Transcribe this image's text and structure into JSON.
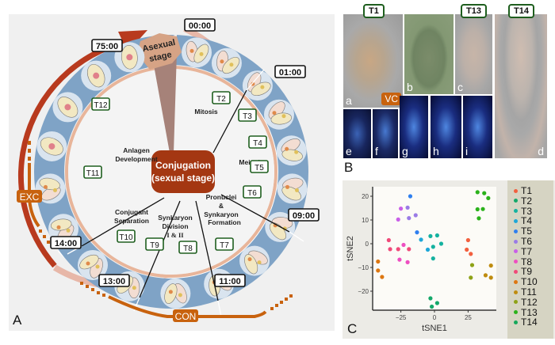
{
  "panels": {
    "A": {
      "letter": "A",
      "center_label_line1": "Conjugation",
      "center_label_line2": "(sexual stage)",
      "asexual_label_line1": "Asexual",
      "asexual_label_line2": "stage",
      "times": [
        "00:00",
        "01:00",
        "09:00",
        "11:00",
        "13:00",
        "14:00",
        "75:00"
      ],
      "time_points": [
        "T2",
        "T3",
        "T4",
        "T5",
        "T6",
        "T7",
        "T8",
        "T9",
        "T10",
        "T11",
        "T12"
      ],
      "phases": {
        "mitosis": "Mitosis",
        "meiosis": "Meiosis",
        "pronuclei_1": "Pronuclei",
        "pronuclei_2": "&",
        "pronuclei_3": "Synkaryon",
        "pronuclei_4": "Formation",
        "synkaryon_1": "Synkaryon",
        "synkaryon_2": "Division",
        "synkaryon_3": "I & II",
        "separation_1": "Conjugant",
        "separation_2": "Separation",
        "anlagen_1": "Anlagen",
        "anlagen_2": "Development"
      },
      "arc_labels": {
        "exc": "EXC",
        "con": "CON"
      },
      "colors": {
        "background": "#f0f0f0",
        "ring_blue": "#7fa3c6",
        "cell_circle": "#d9e4ef",
        "outer_arrow": "#b83a1e",
        "pink_ring": "#e7b7a8",
        "inner_ring": "#e8b59a",
        "center_box": "#a43712",
        "orange_arcs": "#c8620e",
        "asexual": "#d6a385",
        "tbox_border": "#1e5e1e"
      }
    },
    "B": {
      "letter": "B",
      "tags": [
        "T1",
        "T13",
        "T14"
      ],
      "vc_label": "VC",
      "sub_labels": [
        "a",
        "b",
        "c",
        "d",
        "e",
        "f",
        "g",
        "h",
        "i"
      ]
    },
    "C": {
      "letter": "C"
    }
  },
  "chart_data": {
    "type": "scatter",
    "title": "",
    "xlabel": "tSNE1",
    "ylabel": "tSNE2",
    "xlim": [
      -46,
      46
    ],
    "ylim": [
      -28,
      24
    ],
    "xticks": [
      -25,
      0,
      25
    ],
    "yticks": [
      -20,
      -10,
      0,
      10,
      20
    ],
    "xtick_labels": [
      "−25",
      "0",
      "25"
    ],
    "ytick_labels": [
      "−20",
      "−10",
      "0",
      "10",
      "20"
    ],
    "grid": false,
    "legend_position": "right",
    "series": [
      {
        "name": "T1",
        "color": "#f2603f",
        "points": [
          [
            25,
            1.5
          ],
          [
            24,
            -2.5
          ],
          [
            27,
            -4.3
          ]
        ]
      },
      {
        "name": "T2",
        "color": "#14a86a",
        "points": [
          [
            -3,
            -23
          ],
          [
            2,
            -25
          ],
          [
            -2,
            -26.5
          ]
        ]
      },
      {
        "name": "T3",
        "color": "#15b2a0",
        "points": [
          [
            -3,
            3.2
          ],
          [
            2,
            3.5
          ],
          [
            5,
            0
          ],
          [
            -1,
            -1.3
          ],
          [
            -1,
            -6.2
          ]
        ]
      },
      {
        "name": "T4",
        "color": "#1ea7d8",
        "points": [
          [
            -5,
            -2.5
          ],
          [
            -10,
            1.7
          ]
        ]
      },
      {
        "name": "T5",
        "color": "#2f7fef",
        "points": [
          [
            -18,
            20
          ],
          [
            -13,
            4.8
          ]
        ]
      },
      {
        "name": "T6",
        "color": "#9a7be6",
        "points": [
          [
            -20,
            15.2
          ],
          [
            -19,
            10.8
          ],
          [
            -14,
            12
          ]
        ]
      },
      {
        "name": "T7",
        "color": "#c95fe8",
        "points": [
          [
            -25,
            14.8
          ],
          [
            -27,
            10.2
          ]
        ]
      },
      {
        "name": "T8",
        "color": "#ee4fc1",
        "points": [
          [
            -23,
            -0.5
          ],
          [
            -26,
            -6.7
          ],
          [
            -20,
            -7.8
          ]
        ]
      },
      {
        "name": "T9",
        "color": "#f04a7a",
        "points": [
          [
            -34,
            1.5
          ],
          [
            -33,
            -2.3
          ],
          [
            -27,
            -2.3
          ],
          [
            -19,
            -2.3
          ]
        ]
      },
      {
        "name": "T10",
        "color": "#dd7712",
        "points": [
          [
            -42,
            -7.5
          ],
          [
            -42,
            -11.3
          ],
          [
            -39,
            -14
          ]
        ]
      },
      {
        "name": "T11",
        "color": "#bf8c0f",
        "points": [
          [
            38,
            -13.3
          ],
          [
            42,
            -9.2
          ],
          [
            42,
            -14.3
          ]
        ]
      },
      {
        "name": "T12",
        "color": "#8ea217",
        "points": [
          [
            28,
            -9
          ],
          [
            27,
            -14.3
          ]
        ]
      },
      {
        "name": "T13",
        "color": "#2bb21b",
        "points": [
          [
            32,
            21.7
          ],
          [
            37,
            21.3
          ],
          [
            40,
            19.2
          ],
          [
            32,
            14.5
          ],
          [
            36,
            14.6
          ],
          [
            33,
            10.7
          ]
        ]
      },
      {
        "name": "T14",
        "color": "#16a85a",
        "points": []
      }
    ]
  }
}
